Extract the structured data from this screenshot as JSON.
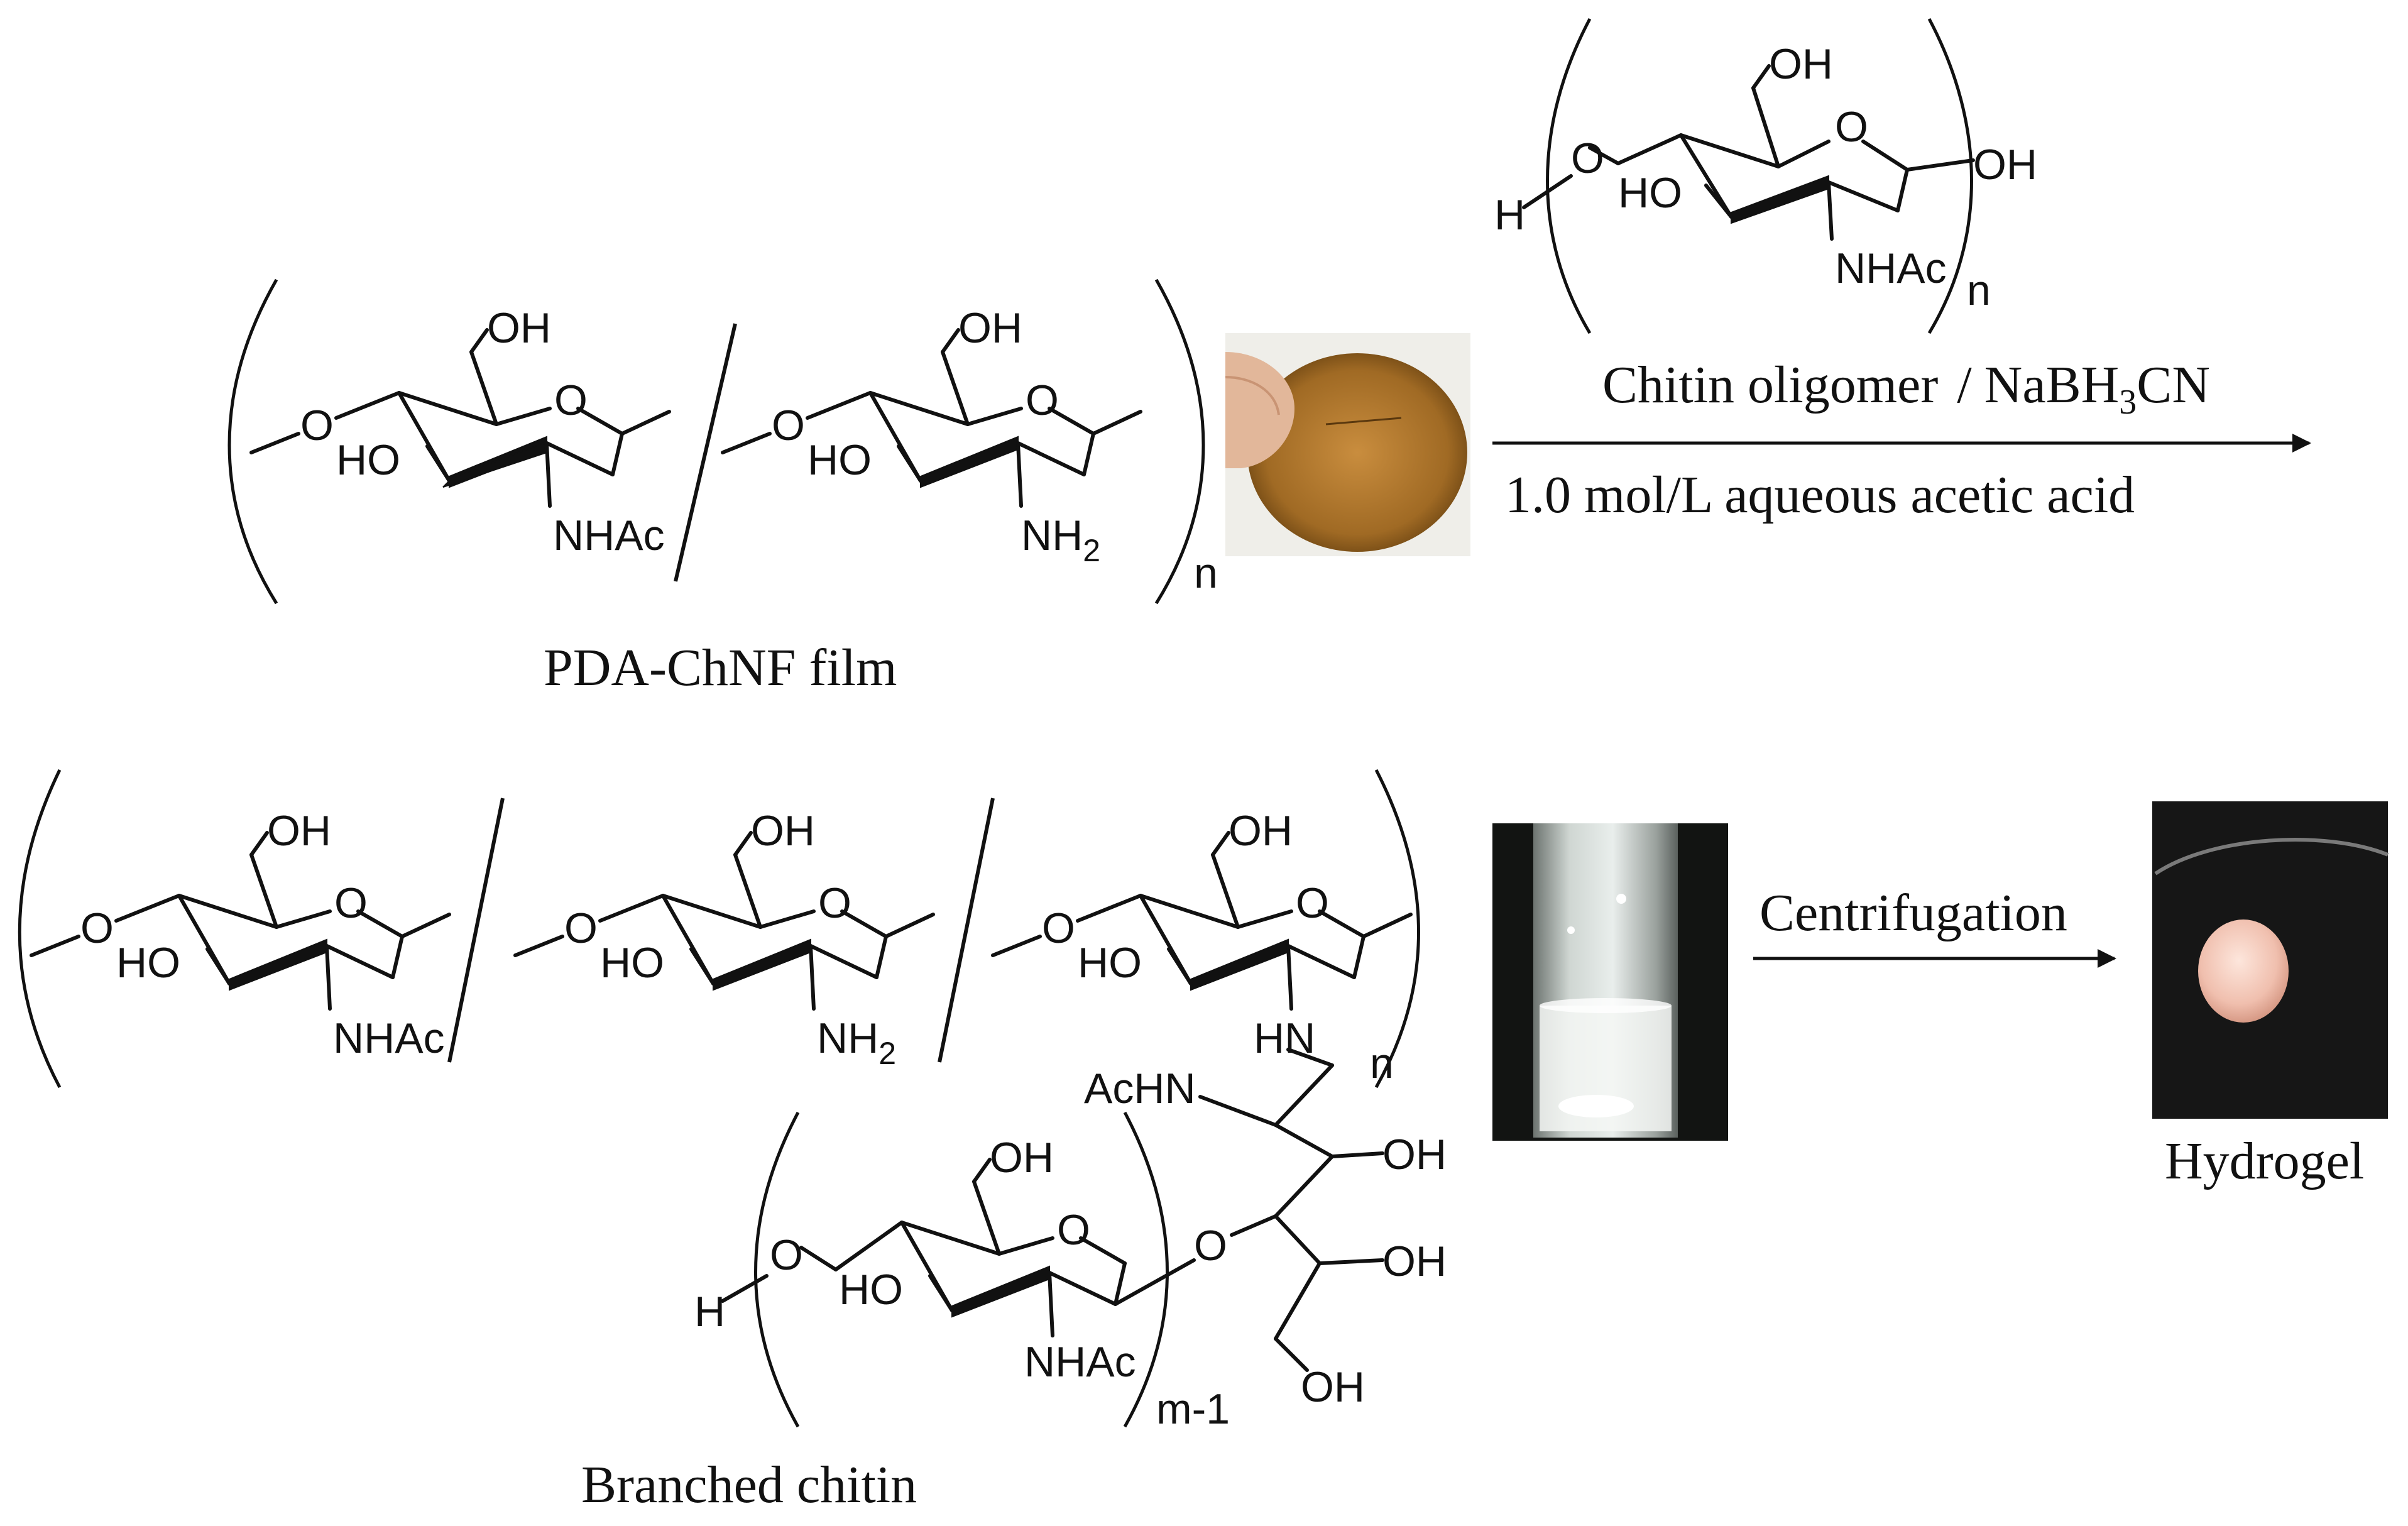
{
  "labels": {
    "film": "PDA-ChNF film",
    "reagent": "Chitin oligomer",
    "reagent_sep": "/",
    "reducer_pre": "NaBH",
    "reducer_sub": "3",
    "reducer_post": "CN",
    "solvent": "1.0 mol/L aqueous acetic acid",
    "centrifugation": "Centrifugation",
    "hydrogel": "Hydrogel",
    "branched": "Branched chitin"
  },
  "atoms": {
    "O": "O",
    "OH": "OH",
    "HO": "HO",
    "H": "H",
    "NHAc": "NHAc",
    "AcHN": "AcHN",
    "HN": "HN",
    "NH": "NH",
    "two": "2"
  },
  "indices": {
    "n": "n",
    "m1": "m-1"
  },
  "photos": {
    "film_color": "#8a5a1c",
    "hydrogel_color": "#f1c7b8"
  }
}
